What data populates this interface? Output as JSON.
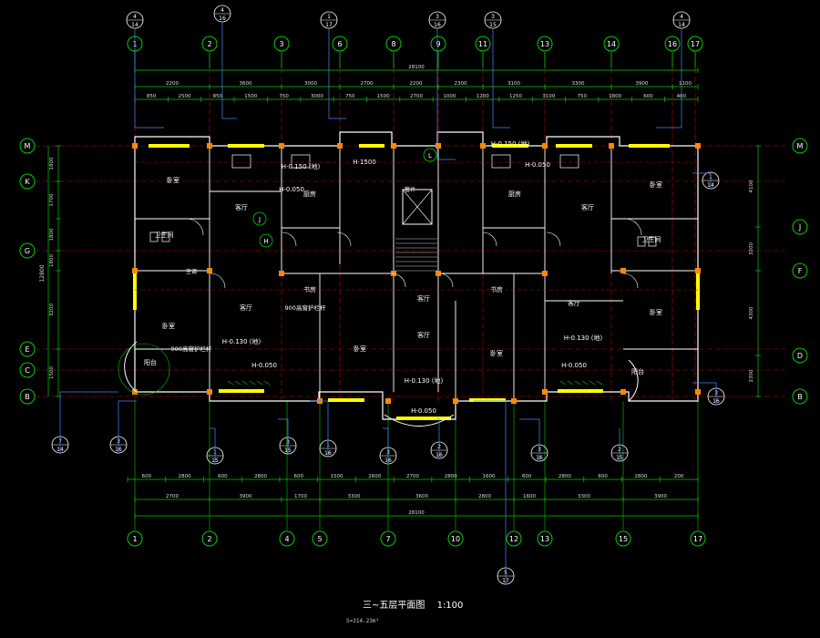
{
  "drawing": {
    "title": "三~五层平面图",
    "scale": "1:100",
    "area_note": "S=314.23m²"
  },
  "axes_top": [
    "1",
    "2",
    "3",
    "6",
    "8",
    "9",
    "11",
    "13",
    "14",
    "16",
    "17"
  ],
  "axes_bottom": [
    "1",
    "2",
    "4",
    "5",
    "7",
    "10",
    "12",
    "13",
    "15",
    "17"
  ],
  "axes_left": [
    "M",
    "K",
    "G",
    "E",
    "C",
    "B"
  ],
  "axes_right": [
    "M",
    "J",
    "F",
    "D",
    "B"
  ],
  "dims": {
    "overall": "28100",
    "top_primary": [
      "2200",
      "3600",
      "3000",
      "2700",
      "2200",
      "2300",
      "3100",
      "3300",
      "3900",
      "1100"
    ],
    "top_secondary": [
      "850",
      "2500",
      "850",
      "1500",
      "750",
      "3000",
      "750",
      "1500",
      "2700",
      "1000",
      "1200",
      "1250",
      "3100",
      "750",
      "1800",
      "600",
      "400"
    ],
    "bottom_primary": [
      "2700",
      "3900",
      "1700",
      "3300",
      "3600",
      "2800",
      "1600",
      "3300",
      "3900"
    ],
    "bottom_secondary": [
      "600",
      "2800",
      "600",
      "2800",
      "600",
      "1500",
      "2600",
      "2700",
      "2800",
      "1600",
      "600",
      "2800",
      "600",
      "2800",
      "200"
    ],
    "left_total": "12800",
    "left_parts": [
      "1800",
      "1700",
      "1800",
      "1800",
      "3200",
      "1500"
    ],
    "right_total": [
      "4100",
      "3200",
      "4300",
      "2300"
    ]
  },
  "labels": {
    "room_bedroom": "卧室",
    "room_living": "客厅",
    "room_kitchen": "厨房",
    "room_bath": "卫生间",
    "room_balcony": "阳台",
    "room_study": "书房",
    "level_a": "H-0.050",
    "level_b": "H-0.130 (地)",
    "level_c": "H-1500",
    "level_d": "H-0.150 (地)",
    "window_note": "900高窗护栏杆",
    "air": "空调",
    "shaft": "管井"
  },
  "colors": {
    "background": "#000000",
    "axis": "#00cc00",
    "wall": "#ff8800",
    "dim": "#dddddd",
    "label": "#ffffff",
    "callout": "#4488ff",
    "redline": "#cc0000",
    "window": "#ffff00"
  }
}
